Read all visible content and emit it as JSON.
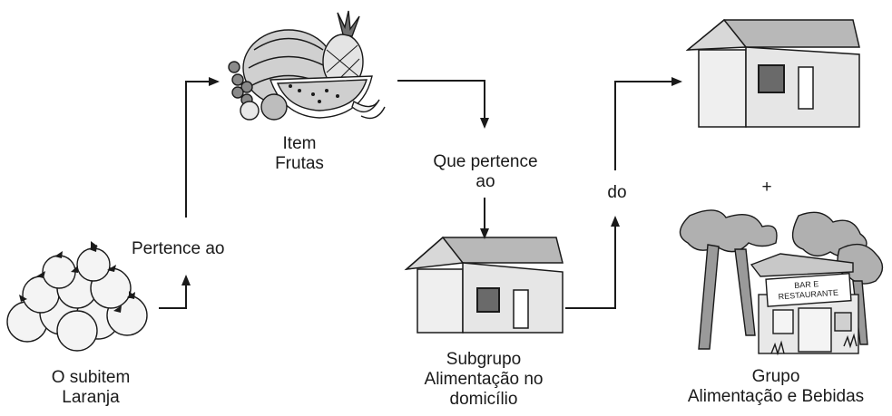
{
  "labels": {
    "subitem": {
      "line1": "O subitem",
      "line2": "Laranja"
    },
    "pertence": "Pertence ao",
    "item": {
      "line1": "Item",
      "line2": "Frutas"
    },
    "que_pertence": {
      "line1": "Que pertence",
      "line2": "ao"
    },
    "subgrupo": {
      "line1": "Subgrupo",
      "line2": "Alimentação no",
      "line3": "domicílio"
    },
    "do": "do",
    "plus": "+",
    "grupo": {
      "line1": "Grupo",
      "line2": "Alimentação e Bebidas"
    },
    "restaurant_sign": {
      "line1": "BAR E",
      "line2": "RESTAURANTE"
    }
  },
  "icons": {
    "oranges": "oranges-icon",
    "fruit_basket": "fruit-basket-icon",
    "house_small": "house-icon",
    "house_top": "house-icon",
    "restaurant": "restaurant-icon"
  },
  "colors": {
    "ink": "#1a1a1a",
    "wall_light": "#efefef",
    "roof": "#b8b8b8",
    "shade": "#7a7a7a"
  }
}
